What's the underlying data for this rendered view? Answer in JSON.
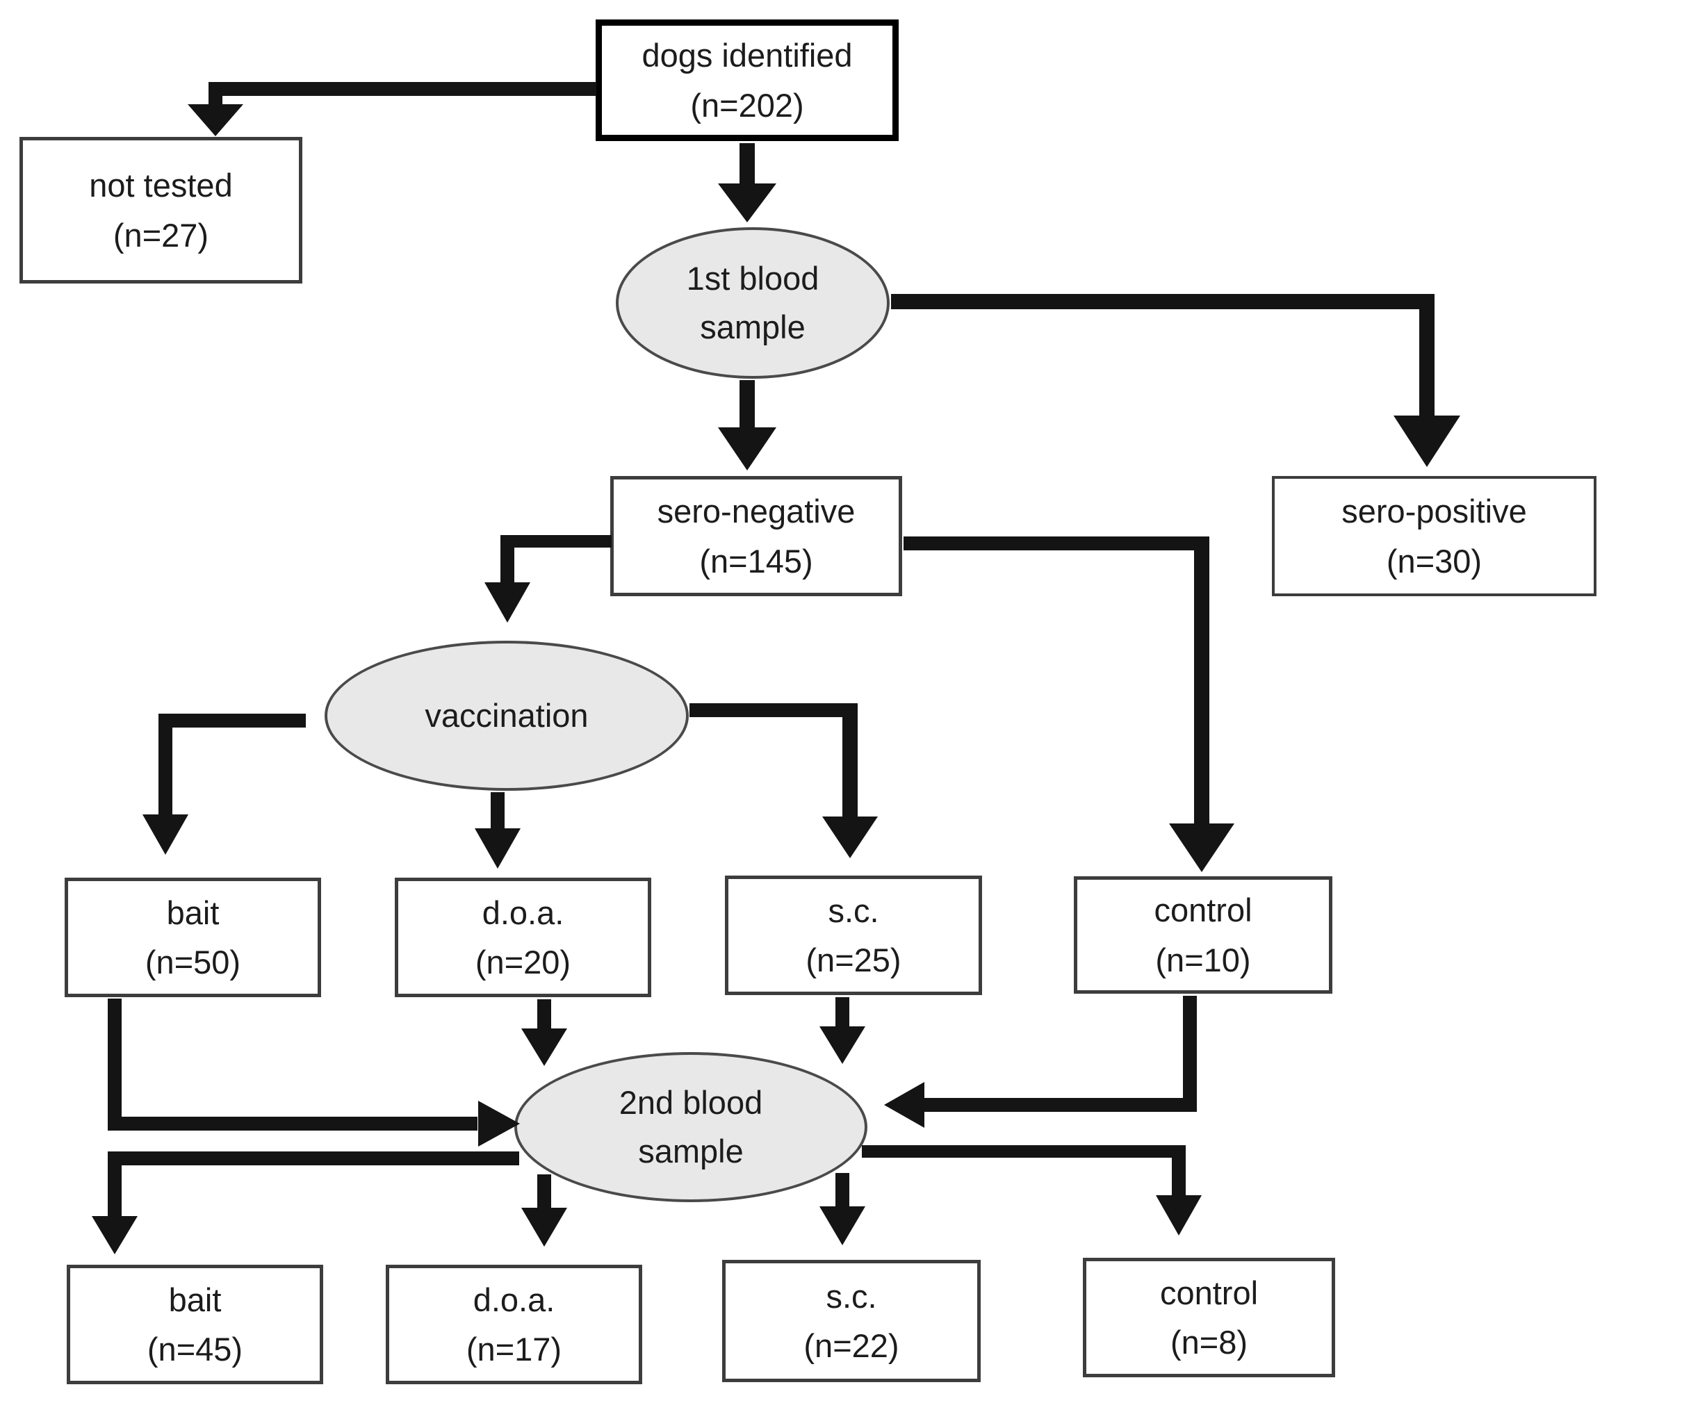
{
  "title": "Dog vaccination study flow diagram",
  "colors": {
    "background": "#ffffff",
    "box_fill": "#ffffff",
    "box_border": "#3d3d3d",
    "ellipse_fill": "#e9e8e8",
    "ellipse_border": "#4a4a4a",
    "arrow": "#141414",
    "text": "#1c1c1c"
  },
  "nodes": {
    "dogs_identified": {
      "line1": "dogs identified",
      "line2": "(n=202)",
      "shape": "box"
    },
    "not_tested": {
      "line1": "not tested",
      "line2": "(n=27)",
      "shape": "box"
    },
    "first_blood": {
      "line1": "1st blood",
      "line2": "sample",
      "shape": "ellipse"
    },
    "sero_negative": {
      "line1": "sero-negative",
      "line2": "(n=145)",
      "shape": "box"
    },
    "sero_positive": {
      "line1": "sero-positive",
      "line2": "(n=30)",
      "shape": "box"
    },
    "vaccination": {
      "line1": "vaccination",
      "line2": "",
      "shape": "ellipse"
    },
    "bait1": {
      "line1": "bait",
      "line2": "(n=50)",
      "shape": "box"
    },
    "doa1": {
      "line1": "d.o.a.",
      "line2": "(n=20)",
      "shape": "box"
    },
    "sc1": {
      "line1": "s.c.",
      "line2": "(n=25)",
      "shape": "box"
    },
    "control1": {
      "line1": "control",
      "line2": "(n=10)",
      "shape": "box"
    },
    "second_blood": {
      "line1": "2nd blood",
      "line2": "sample",
      "shape": "ellipse"
    },
    "bait2": {
      "line1": "bait",
      "line2": "(n=45)",
      "shape": "box"
    },
    "doa2": {
      "line1": "d.o.a.",
      "line2": "(n=17)",
      "shape": "box"
    },
    "sc2": {
      "line1": "s.c.",
      "line2": "(n=22)",
      "shape": "box"
    },
    "control2": {
      "line1": "control",
      "line2": "(n=8)",
      "shape": "box"
    }
  },
  "edges": [
    {
      "from": "dogs_identified",
      "to": "not_tested"
    },
    {
      "from": "dogs_identified",
      "to": "first_blood"
    },
    {
      "from": "first_blood",
      "to": "sero_positive"
    },
    {
      "from": "first_blood",
      "to": "sero_negative"
    },
    {
      "from": "sero_negative",
      "to": "vaccination"
    },
    {
      "from": "sero_negative",
      "to": "control1"
    },
    {
      "from": "vaccination",
      "to": "bait1"
    },
    {
      "from": "vaccination",
      "to": "doa1"
    },
    {
      "from": "vaccination",
      "to": "sc1"
    },
    {
      "from": "bait1",
      "to": "second_blood"
    },
    {
      "from": "doa1",
      "to": "second_blood"
    },
    {
      "from": "sc1",
      "to": "second_blood"
    },
    {
      "from": "control1",
      "to": "second_blood"
    },
    {
      "from": "second_blood",
      "to": "bait2"
    },
    {
      "from": "second_blood",
      "to": "doa2"
    },
    {
      "from": "second_blood",
      "to": "sc2"
    },
    {
      "from": "second_blood",
      "to": "control2"
    }
  ]
}
